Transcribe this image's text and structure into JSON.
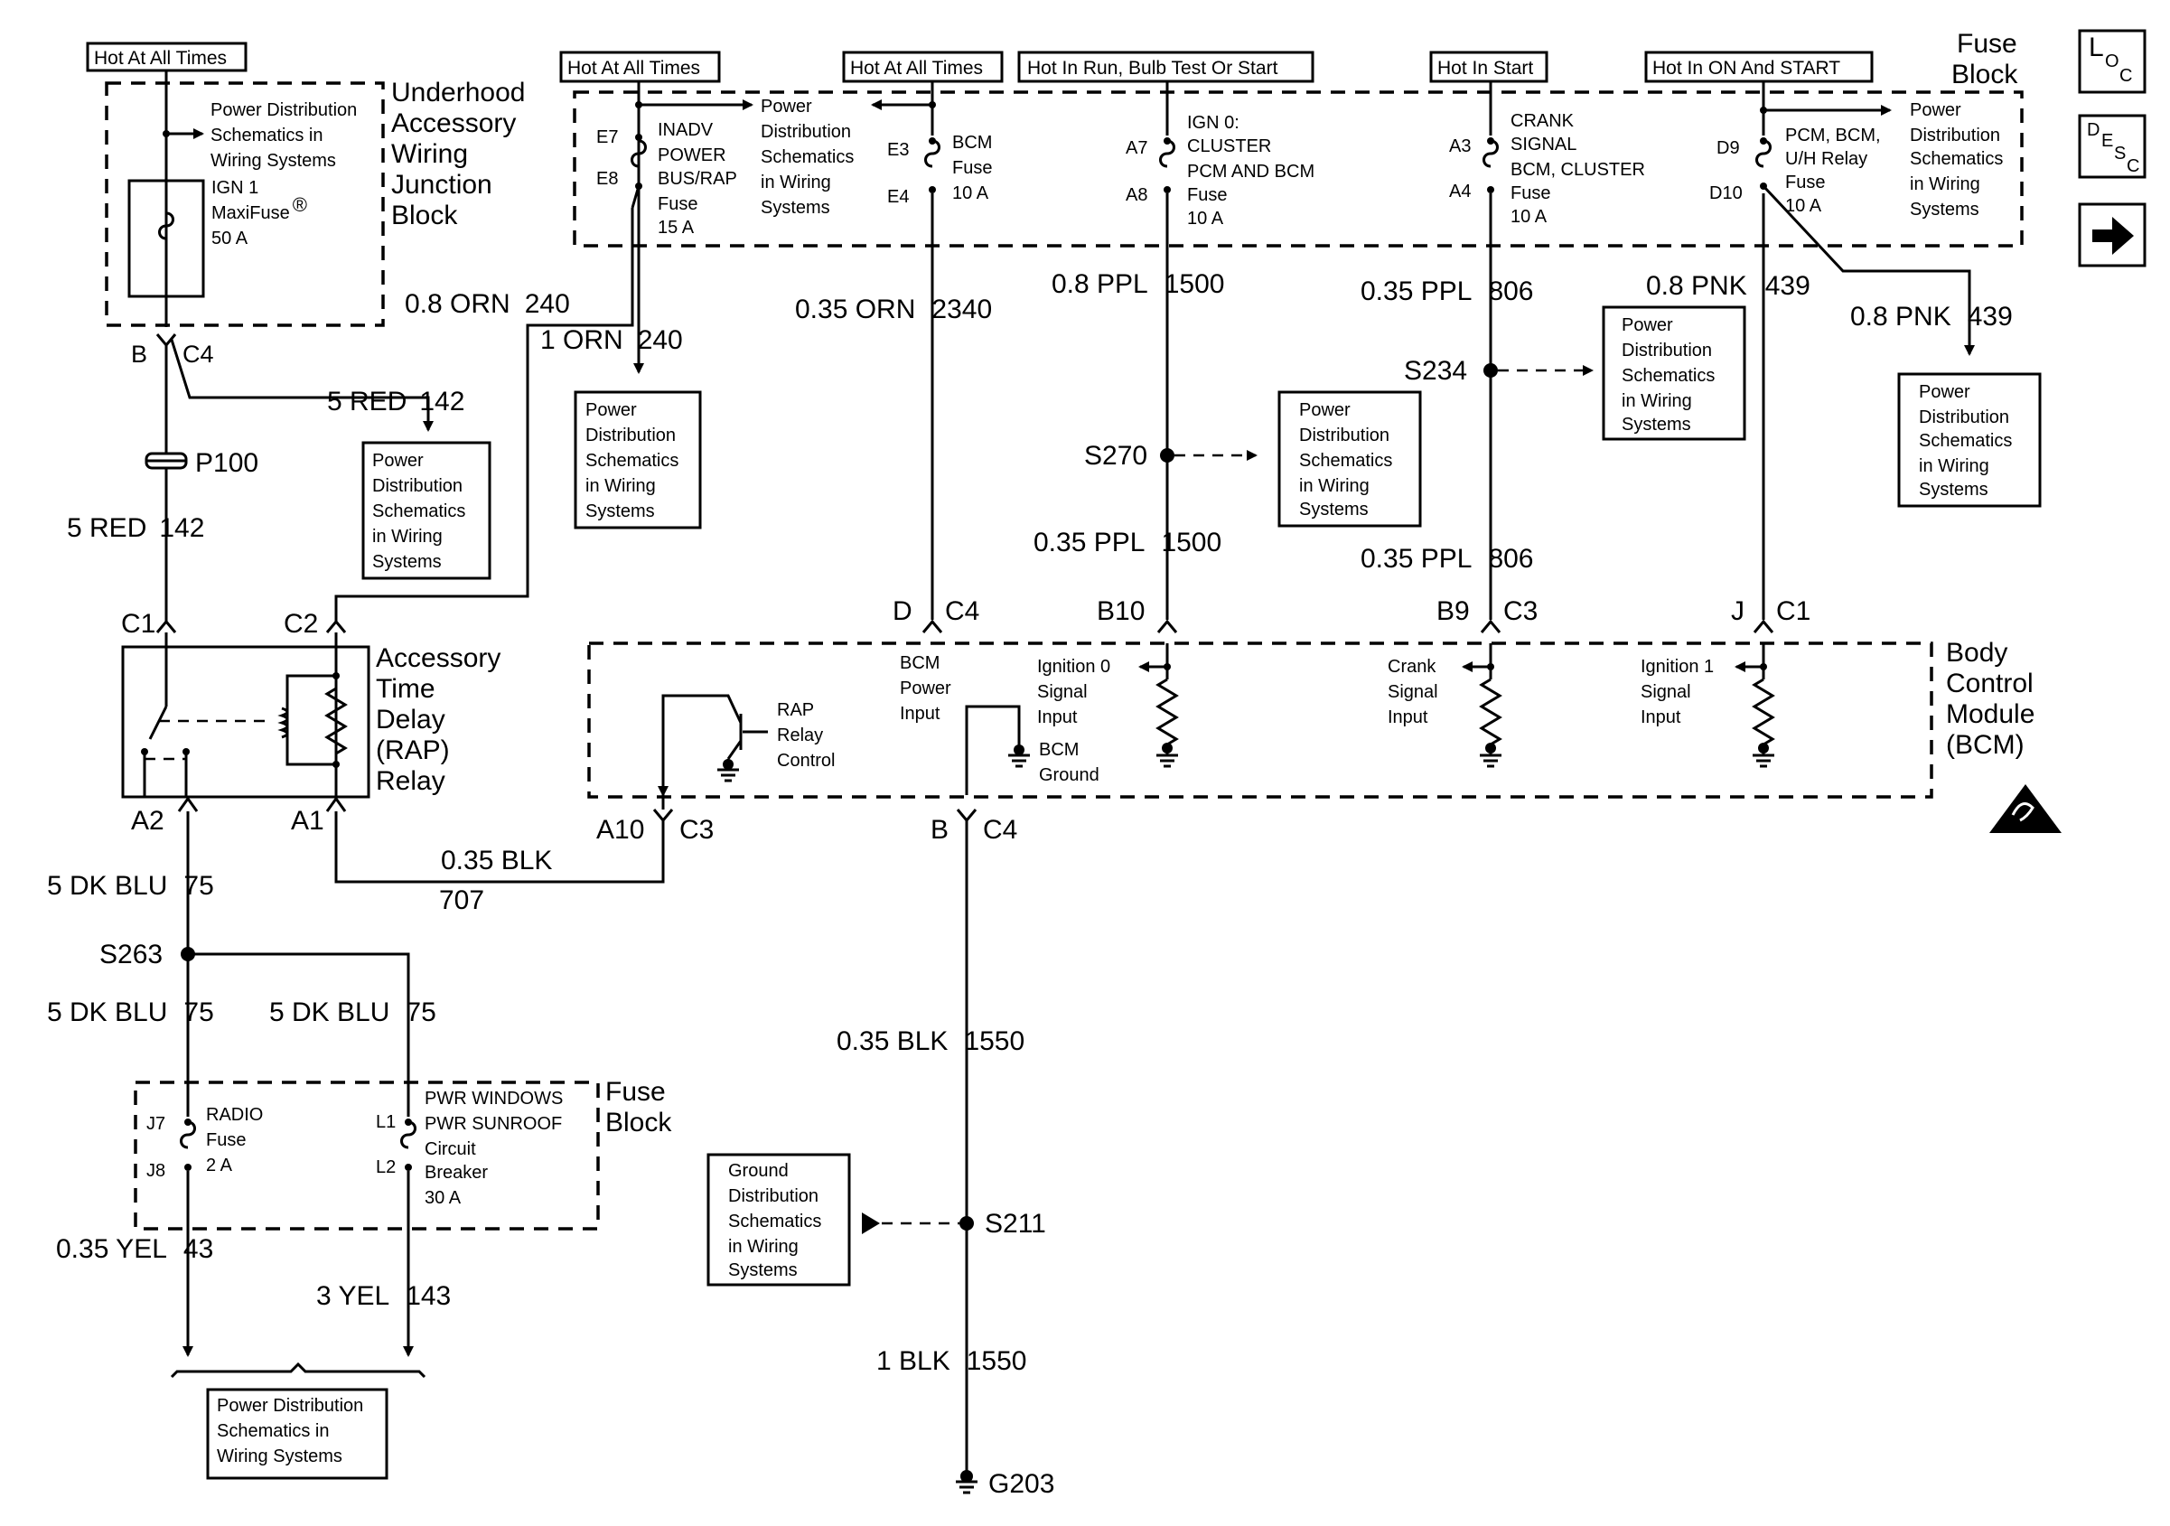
{
  "hot": {
    "h1": "Hot At All Times",
    "h2": "Hot At All Times",
    "h3": "Hot At All Times",
    "h4": "Hot In Run, Bulb Test Or Start",
    "h5": "Hot In Start",
    "h6": "Hot In ON And START"
  },
  "underhood": {
    "title": [
      "Underhood",
      "Accessory",
      "Wiring",
      "Junction",
      "Block"
    ],
    "pd": [
      "Power Distribution",
      "Schematics in",
      "Wiring Systems"
    ],
    "fuse_name": "IGN 1",
    "fuse_type": "MaxiFuse",
    "reg": "®",
    "fuse_amp": "50 A"
  },
  "fuse_block_top": {
    "title": [
      "Fuse",
      "Block"
    ]
  },
  "side_icons": {
    "loc": [
      "L",
      "O",
      "C"
    ],
    "desc": [
      "D",
      "E",
      "S",
      "C"
    ],
    "arrow": "➡"
  },
  "fuses": {
    "inadv": {
      "pin_in": "E7",
      "pin_out": "E8",
      "lines": [
        "INADV",
        "POWER",
        "BUS/RAP",
        "Fuse",
        "15 A"
      ]
    },
    "bcm": {
      "pin_in": "E3",
      "pin_out": "E4",
      "lines": [
        "BCM",
        "Fuse",
        "10 A"
      ]
    },
    "ign0": {
      "pin_in": "A7",
      "pin_out": "A8",
      "lines": [
        "IGN 0:",
        "CLUSTER",
        "PCM AND BCM",
        "Fuse",
        "10 A"
      ]
    },
    "crank": {
      "pin_in": "A3",
      "pin_out": "A4",
      "lines": [
        "CRANK",
        "SIGNAL",
        "BCM, CLUSTER",
        "Fuse",
        "10 A"
      ]
    },
    "pcm": {
      "pin_in": "D9",
      "pin_out": "D10",
      "lines": [
        "PCM, BCM,",
        "U/H Relay",
        "Fuse",
        "10 A"
      ]
    },
    "radio": {
      "pin_in": "J7",
      "pin_out": "J8",
      "lines": [
        "RADIO",
        "Fuse",
        "2 A"
      ]
    },
    "pwr": {
      "pin_in": "L1",
      "pin_out": "L2",
      "lines": [
        "PWR WINDOWS",
        "PWR SUNROOF",
        "Circuit",
        "Breaker",
        "30 A"
      ]
    }
  },
  "pd_refs": {
    "near_inadv": [
      "Power",
      "Distribution",
      "Schematics",
      "in Wiring",
      "Systems"
    ],
    "near_pcm": [
      "Power",
      "Distribution",
      "Schematics",
      "in Wiring",
      "Systems"
    ],
    "box_142": [
      "Power",
      "Distribution",
      "Schematics",
      "in Wiring",
      "Systems"
    ],
    "box_240": [
      "Power",
      "Distribution",
      "Schematics",
      "in Wiring",
      "Systems"
    ],
    "box_s270": [
      "Power",
      "Distribution",
      "Schematics",
      "in Wiring",
      "Systems"
    ],
    "box_s234": [
      "Power",
      "Distribution",
      "Schematics",
      "in Wiring",
      "Systems"
    ],
    "box_439": [
      "Power",
      "Distribution",
      "Schematics",
      "in Wiring",
      "Systems"
    ],
    "box_bottom": [
      "Power Distribution",
      "Schematics in",
      "Wiring Systems"
    ],
    "ground_box": [
      "Ground",
      "Distribution",
      "Schematics",
      "in Wiring",
      "Systems"
    ]
  },
  "wires": {
    "orn240a": {
      "gauge": "0.8 ORN",
      "circuit": "240"
    },
    "orn240b": {
      "gauge": "1 ORN",
      "circuit": "240"
    },
    "orn2340": {
      "gauge": "0.35 ORN",
      "circuit": "2340"
    },
    "ppl1500a": {
      "gauge": "0.8 PPL",
      "circuit": "1500"
    },
    "ppl1500b": {
      "gauge": "0.35 PPL",
      "circuit": "1500"
    },
    "ppl806a": {
      "gauge": "0.35 PPL",
      "circuit": "806"
    },
    "ppl806b": {
      "gauge": "0.35 PPL",
      "circuit": "806"
    },
    "pnk439a": {
      "gauge": "0.8 PNK",
      "circuit": "439"
    },
    "pnk439b": {
      "gauge": "0.8 PNK",
      "circuit": "439"
    },
    "red142a": {
      "gauge": "5 RED",
      "circuit": "142"
    },
    "red142b": {
      "gauge": "5 RED",
      "circuit": "142"
    },
    "blk707": {
      "gauge": "0.35 BLK",
      "circuit": "707"
    },
    "dkblu75a": {
      "gauge": "5 DK BLU",
      "circuit": "75"
    },
    "dkblu75b": {
      "gauge": "5 DK BLU",
      "circuit": "75"
    },
    "dkblu75c": {
      "gauge": "5 DK BLU",
      "circuit": "75"
    },
    "blk1550a": {
      "gauge": "0.35 BLK",
      "circuit": "1550"
    },
    "blk1550b": {
      "gauge": "1 BLK",
      "circuit": "1550"
    },
    "yel43": {
      "gauge": "0.35 YEL",
      "circuit": "43"
    },
    "yel143": {
      "gauge": "3 YEL",
      "circuit": "143"
    }
  },
  "connectors": {
    "b_c4_top": [
      "B",
      "C4"
    ],
    "c1_rap": "C1",
    "c2_rap": "C2",
    "a2_rap": "A2",
    "a1_rap": "A1",
    "d_c4": [
      "D",
      "C4"
    ],
    "b10": "B10",
    "b9_c3": [
      "B9",
      "C3"
    ],
    "j_c1": [
      "J",
      "C1"
    ],
    "a10_c3": [
      "A10",
      "C3"
    ],
    "b_c4_bcm": [
      "B",
      "C4"
    ]
  },
  "splices": {
    "p100": "P100",
    "s270": "S270",
    "s234": "S234",
    "s263": "S263",
    "s211": "S211",
    "g203": "G203"
  },
  "rap": {
    "title": [
      "Accessory",
      "Time",
      "Delay",
      "(RAP)",
      "Relay"
    ]
  },
  "bcm": {
    "title": [
      "Body",
      "Control",
      "Module",
      "(BCM)"
    ],
    "rap_control": [
      "RAP",
      "Relay",
      "Control"
    ],
    "power_input": [
      "BCM",
      "Power",
      "Input"
    ],
    "ground": [
      "BCM",
      "Ground"
    ],
    "ign0_input": [
      "Ignition 0",
      "Signal",
      "Input"
    ],
    "crank_input": [
      "Crank",
      "Signal",
      "Input"
    ],
    "ign1_input": [
      "Ignition 1",
      "Signal",
      "Input"
    ]
  },
  "fuse_block_bottom": {
    "title": [
      "Fuse",
      "Block"
    ]
  }
}
